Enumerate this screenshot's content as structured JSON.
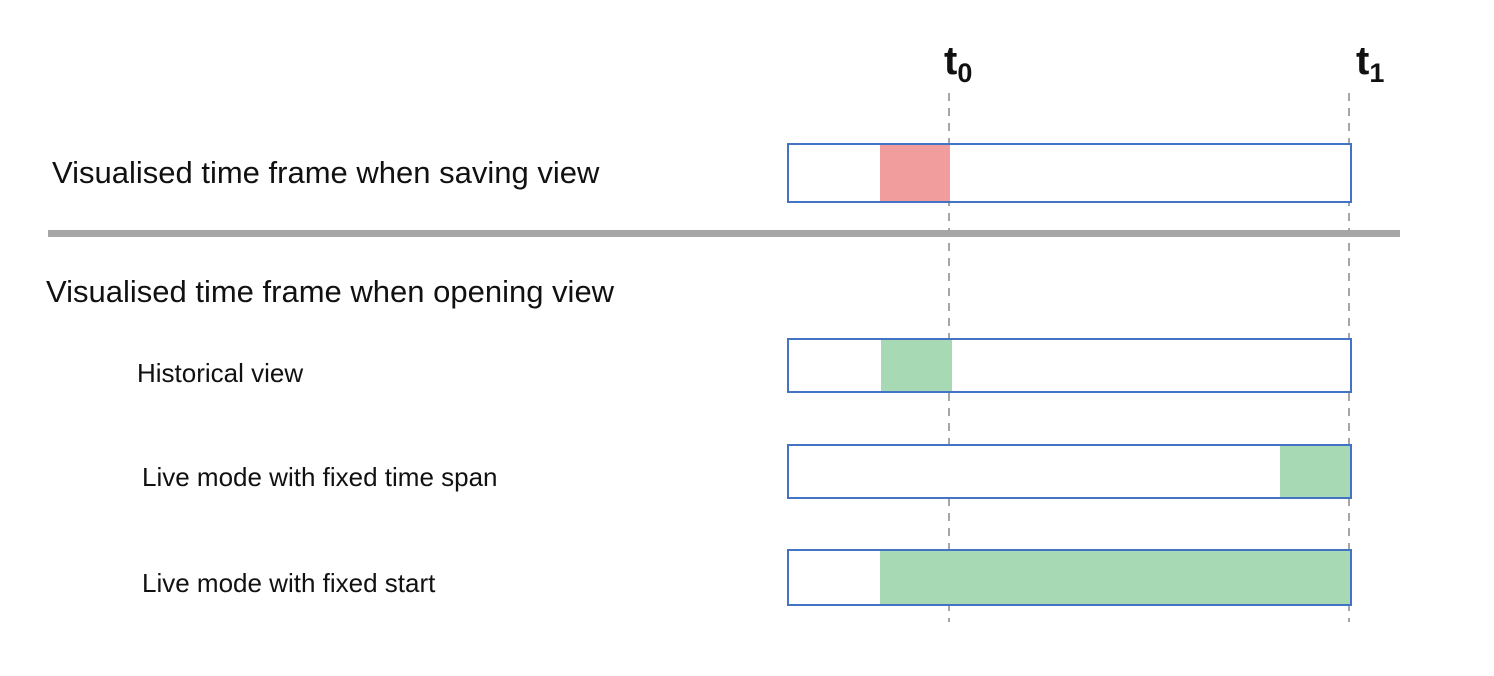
{
  "markers": [
    {
      "base": "t",
      "subscript": "0"
    },
    {
      "base": "t",
      "subscript": "1"
    }
  ],
  "saving_section": {
    "heading": "Visualised time frame when saving view",
    "bar": {
      "segment": {
        "start": 0.162,
        "end": 0.287,
        "color": "#f19d9d"
      }
    }
  },
  "opening_section": {
    "heading": "Visualised time frame when opening view",
    "rows": [
      {
        "label": "Historical view",
        "segment": {
          "start": 0.164,
          "end": 0.291,
          "color": "#a8d9b5"
        }
      },
      {
        "label": "Live mode with fixed time span",
        "segment": {
          "start": 0.875,
          "end": 1.0,
          "color": "#a8d9b5"
        }
      },
      {
        "label": "Live mode with fixed start",
        "segment": {
          "start": 0.162,
          "end": 1.0,
          "color": "#a8d9b5"
        }
      }
    ]
  },
  "colors": {
    "bar_border": "#4472c4",
    "saved_segment": "#f19d9d",
    "live_segment": "#a8d9b5",
    "guide_line": "#a6a6a6",
    "divider": "#a6a6a6",
    "text": "#111111"
  }
}
